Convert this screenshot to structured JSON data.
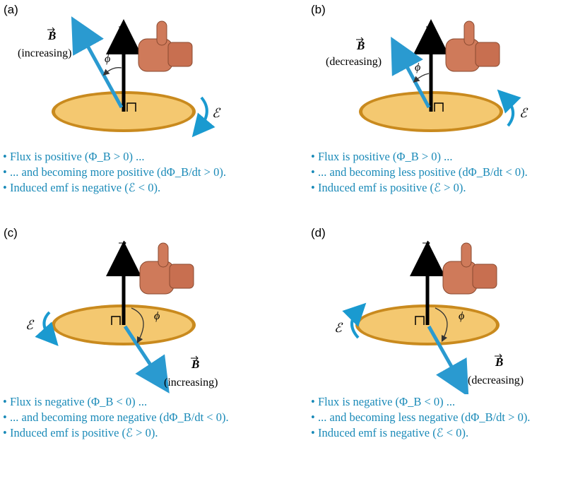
{
  "panels": [
    {
      "label": "(a)",
      "b_label": "B",
      "b_state": "(increasing)",
      "a_label": "A",
      "phi": "ϕ",
      "emf": "ℰ",
      "captions": [
        "Flux is positive (Φ_B > 0) ...",
        "... and becoming more positive (dΦ_B/dt > 0).",
        "Induced emf is negative (ℰ < 0)."
      ]
    },
    {
      "label": "(b)",
      "b_label": "B",
      "b_state": "(decreasing)",
      "a_label": "A",
      "phi": "ϕ",
      "emf": "ℰ",
      "captions": [
        "Flux is positive (Φ_B > 0) ...",
        "... and becoming less positive (dΦ_B/dt < 0).",
        "Induced emf is positive (ℰ > 0)."
      ]
    },
    {
      "label": "(c)",
      "b_label": "B",
      "b_state": "(increasing)",
      "a_label": "A",
      "phi": "ϕ",
      "emf": "ℰ",
      "captions": [
        "Flux is negative (Φ_B < 0) ...",
        "... and becoming more negative (dΦ_B/dt < 0).",
        "Induced emf is positive (ℰ > 0)."
      ]
    },
    {
      "label": "(d)",
      "b_label": "B",
      "b_state": "(decreasing)",
      "a_label": "A",
      "phi": "ϕ",
      "emf": "ℰ",
      "captions": [
        "Flux is negative (Φ_B < 0) ...",
        "... and becoming less negative (dΦ_B/dt > 0).",
        "Induced emf is negative (ℰ < 0)."
      ]
    }
  ],
  "colors": {
    "caption_text": "#1a8ab8",
    "b_vector": "#2a9ad0",
    "loop_fill": "#f4c870",
    "loop_rim": "#c98a1e",
    "emf_arrow": "#1a9ad0",
    "hand": "#cf7a5a"
  }
}
